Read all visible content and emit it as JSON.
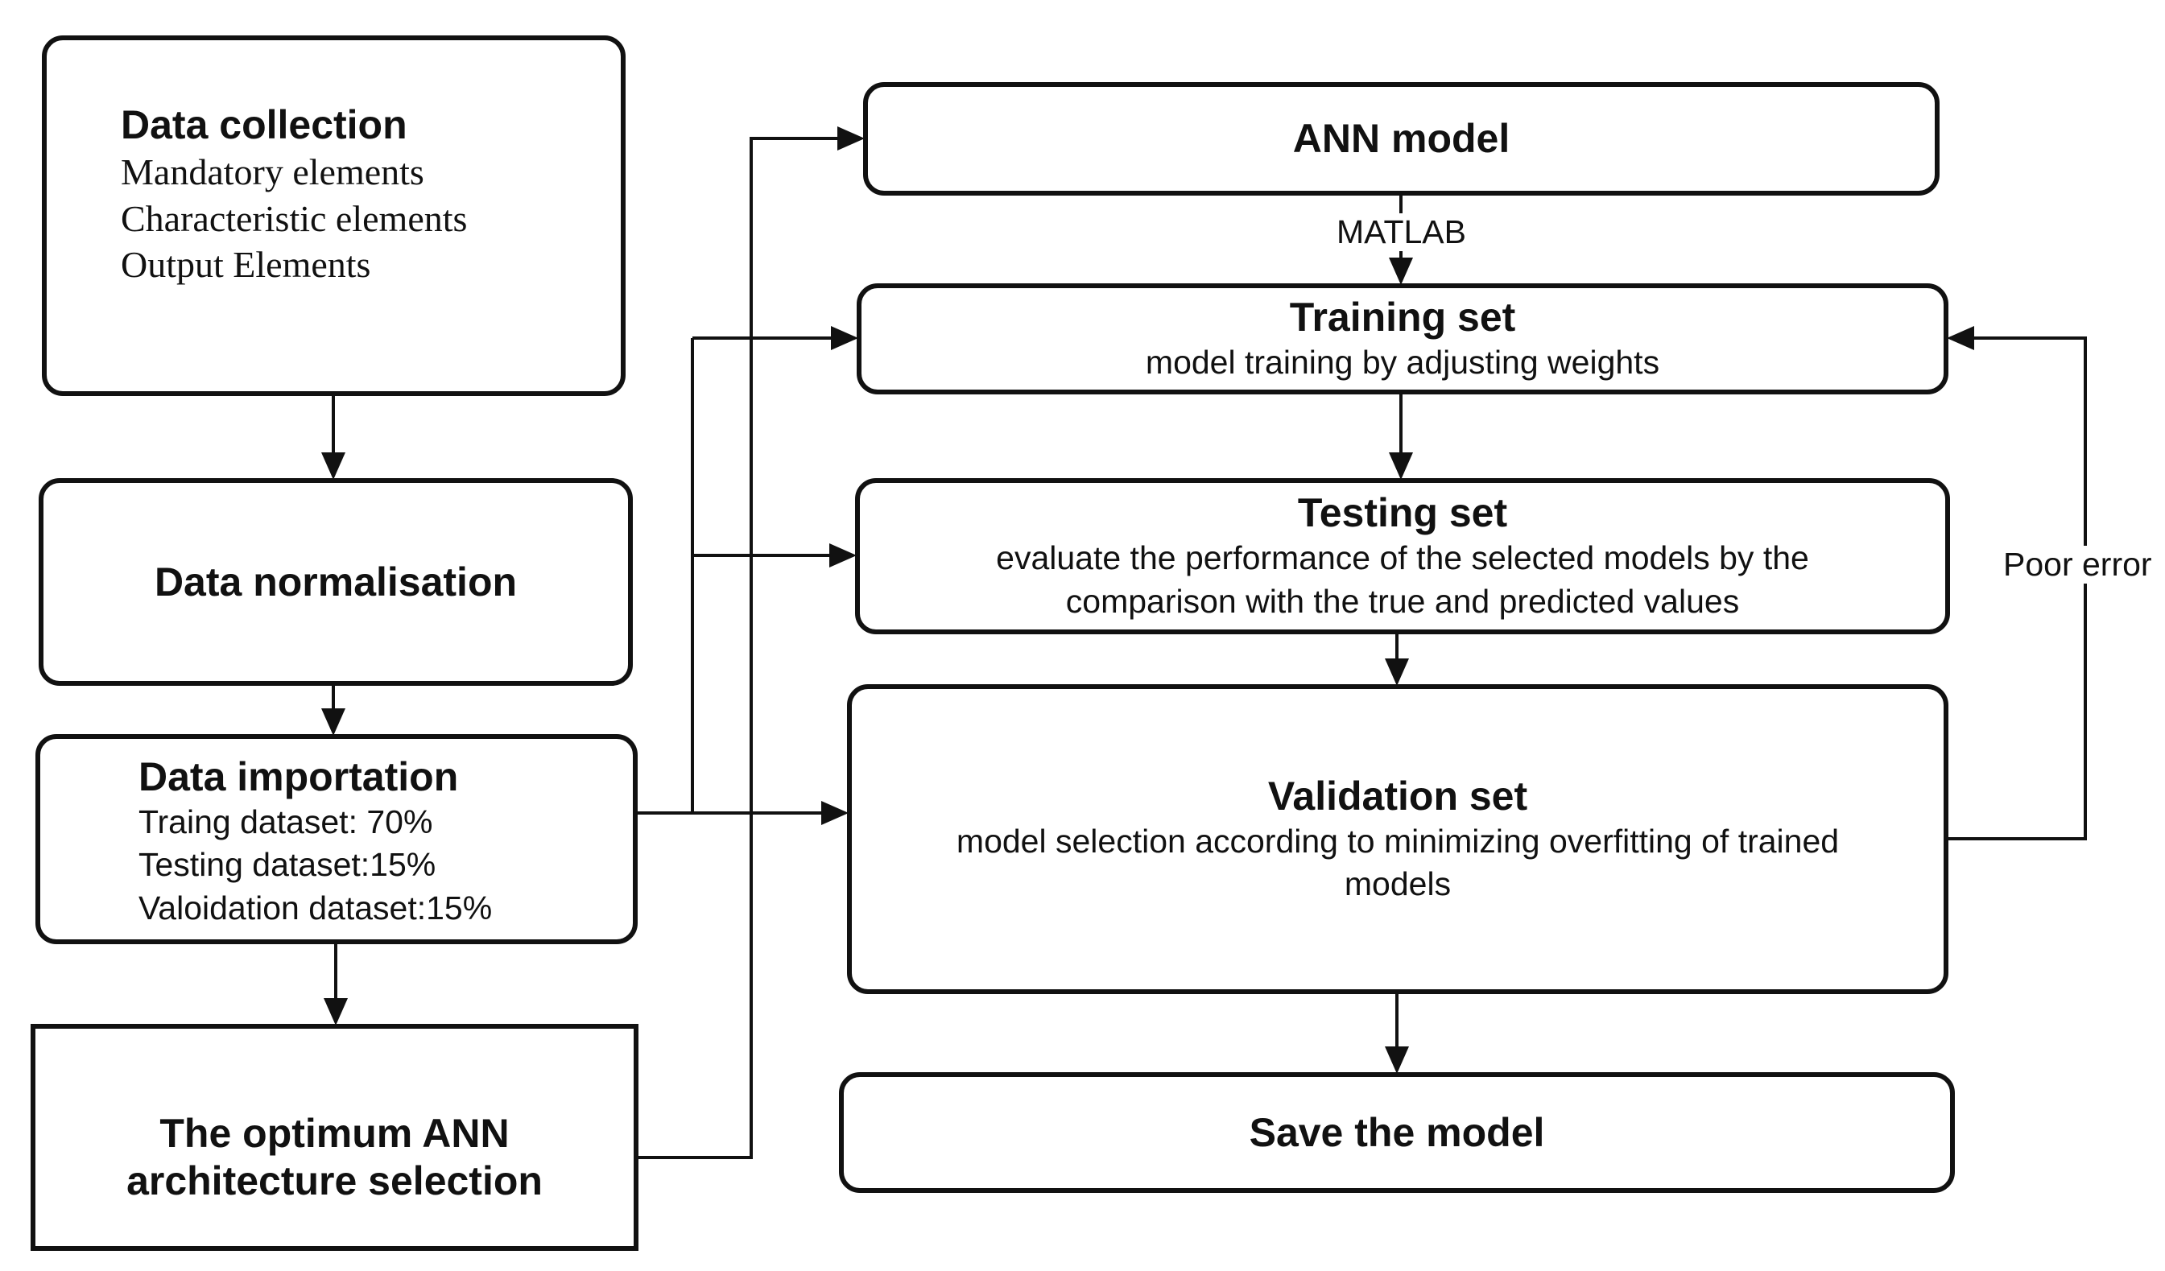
{
  "diagram": {
    "data_collection": {
      "title": "Data collection",
      "items": [
        "Mandatory elements",
        "Characteristic elements",
        "Output Elements"
      ]
    },
    "data_normalisation": {
      "title": "Data normalisation"
    },
    "data_importation": {
      "title": "Data importation",
      "items": [
        "Traing dataset: 70%",
        "Testing dataset:15%",
        "Valoidation dataset:15%"
      ]
    },
    "architecture_selection": {
      "title_lines": [
        "The optimum ANN",
        "architecture selection"
      ]
    },
    "ann_model": {
      "title": "ANN model"
    },
    "matlab_label": "MATLAB",
    "training_set": {
      "title": "Training set",
      "desc_lines": [
        "model training by adjusting weights"
      ]
    },
    "testing_set": {
      "title": "Testing set",
      "desc_lines": [
        "evaluate the performance of the selected models by the",
        "comparison with the true and predicted values"
      ]
    },
    "validation_set": {
      "title": "Validation set",
      "desc_lines": [
        "model selection according to minimizing overfitting of trained",
        "models"
      ]
    },
    "save_model": {
      "title": "Save the model"
    },
    "feedback_label": "Poor error"
  }
}
